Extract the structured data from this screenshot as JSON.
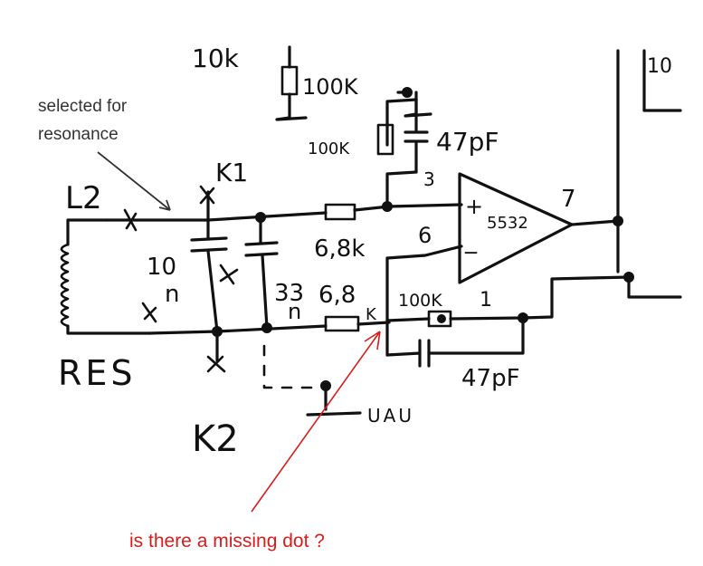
{
  "annotations": {
    "selected_line1": "selected for",
    "selected_line2": "resonance",
    "question": "is there a missing dot ?"
  },
  "labels": {
    "top_res": "10k",
    "r_top": "100K",
    "r_feedback_left": "100K",
    "c_feedback_top": "47pF",
    "pin3": "3",
    "opamp": "5532",
    "plus": "+",
    "minus": "_",
    "pin7": "7",
    "pin6": "6",
    "r_mid": "6,8k",
    "pin1": "1",
    "r_bottom_right": "100K",
    "c_bottom": "47pF",
    "r_bottom_left": "6,8",
    "r_bottom_k": "K",
    "cap33": "33",
    "cap33_unit": "n",
    "cap10": "10",
    "cap10_unit": "n",
    "k1": "K1",
    "k2": "K2",
    "l2": "L2",
    "res": "RES",
    "ground_label": "UAU",
    "right_box": "10"
  },
  "colors": {
    "ink": "#111111",
    "annotation_text": "#333333",
    "question_red": "#d81c1c"
  }
}
